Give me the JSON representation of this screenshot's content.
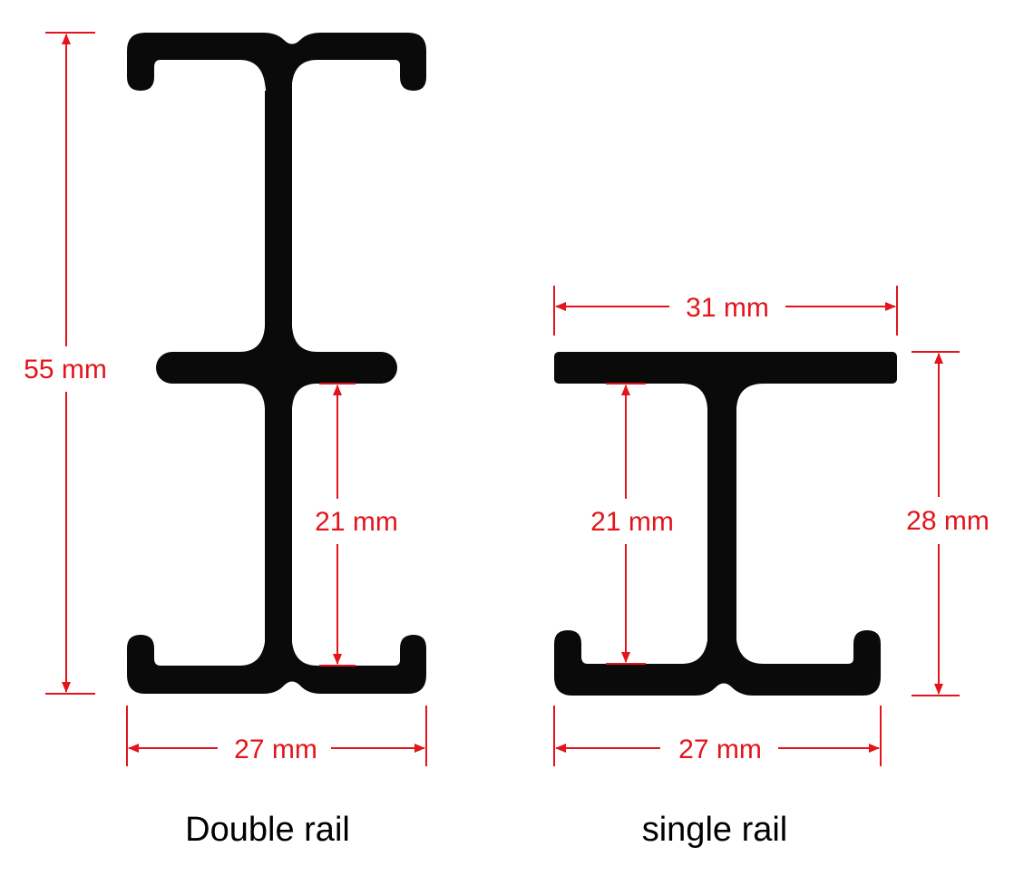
{
  "colors": {
    "profile": "#0a0a0a",
    "dimension": "#e3141b",
    "background": "#ffffff",
    "caption": "#000000"
  },
  "double_rail": {
    "caption": "Double rail",
    "height_label": "55 mm",
    "inner_gap_label": "21 mm",
    "width_label": "27 mm"
  },
  "single_rail": {
    "caption": "single rail",
    "top_width_label": "31 mm",
    "inner_gap_label": "21 mm",
    "height_label": "28 mm",
    "width_label": "27 mm"
  }
}
